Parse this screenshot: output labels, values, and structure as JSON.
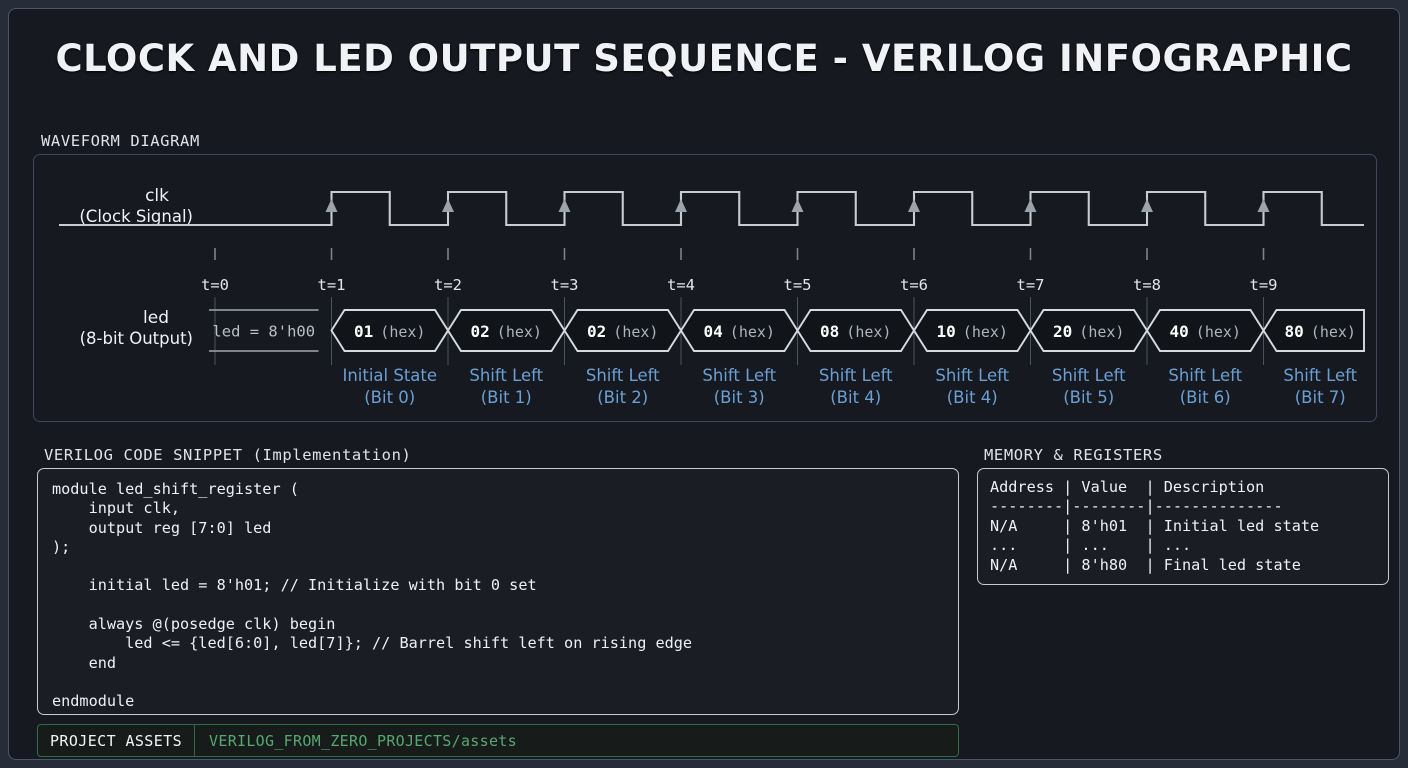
{
  "title": "CLOCK AND LED OUTPUT SEQUENCE - VERILOG INFOGRAPHIC",
  "sections": {
    "waveform_label": "WAVEFORM DIAGRAM",
    "code_label": "VERILOG CODE SNIPPET (Implementation)",
    "memory_label": "MEMORY & REGISTERS"
  },
  "waveform": {
    "clk_name": "clk",
    "clk_sub": "(Clock Signal)",
    "led_name": "led",
    "led_sub": "(8-bit Output)",
    "initial_bus_label": "led = 8'h00",
    "time_ticks": [
      "t=0",
      "t=1",
      "t=2",
      "t=3",
      "t=4",
      "t=5",
      "t=6",
      "t=7",
      "t=8",
      "t=9"
    ],
    "hex_suffix": "(hex)",
    "signal_color": "#c8ccd2",
    "annotation_color": "#6b9fd4",
    "steps": [
      {
        "value": "01",
        "suffix": "(hex)",
        "note_top": "Initial State",
        "note_bottom": "(Bit 0)"
      },
      {
        "value": "02",
        "suffix": "(hex)",
        "note_top": "Shift Left",
        "note_bottom": "(Bit 1)"
      },
      {
        "value": "02",
        "suffix": "(hex)",
        "note_top": "Shift Left",
        "note_bottom": "(Bit 2)"
      },
      {
        "value": "04",
        "suffix": "(hex)",
        "note_top": "Shift Left",
        "note_bottom": "(Bit 3)"
      },
      {
        "value": "08",
        "suffix": "(hex)",
        "note_top": "Shift Left",
        "note_bottom": "(Bit 4)"
      },
      {
        "value": "10",
        "suffix": "(hex)",
        "note_top": "Shift Left",
        "note_bottom": "(Bit 4)"
      },
      {
        "value": "20",
        "suffix": "(hex)",
        "note_top": "Shift Left",
        "note_bottom": "(Bit 5)"
      },
      {
        "value": "40",
        "suffix": "(hex)",
        "note_top": "Shift Left",
        "note_bottom": "(Bit 6)"
      },
      {
        "value": "80",
        "suffix": "(hex)",
        "note_top": "Shift Left",
        "note_bottom": "(Bit 7)"
      }
    ]
  },
  "code": "module led_shift_register (\n    input clk,\n    output reg [7:0] led\n);\n\n    initial led = 8'h01; // Initialize with bit 0 set\n\n    always @(posedge clk) begin\n        led <= {led[6:0], led[7]}; // Barrel shift left on rising edge\n    end\n\nendmodule",
  "memory_table": {
    "header": "Address | Value  | Description",
    "divider": "--------|--------|--------------",
    "rows": [
      "N/A     | 8'h01  | Initial led state",
      "...     | ...    | ...",
      "N/A     | 8'h80  | Final led state"
    ]
  },
  "assets": {
    "title": "PROJECT ASSETS",
    "path": "VERILOG_FROM_ZERO_PROJECTS/assets",
    "accent": "#57a773"
  }
}
